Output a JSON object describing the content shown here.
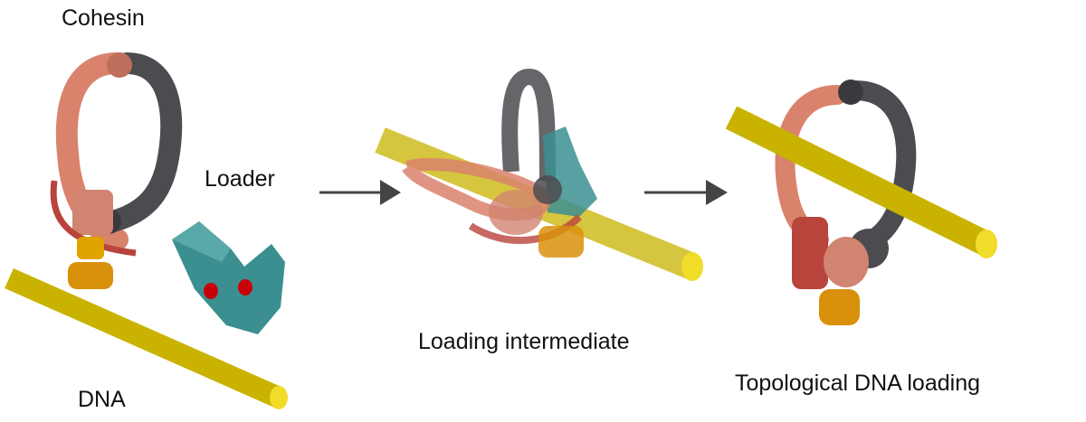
{
  "labels": {
    "cohesin": "Cohesin",
    "loader": "Loader",
    "dna": "DNA",
    "intermediate": "Loading intermediate",
    "topological": "Topological DNA loading"
  },
  "colors": {
    "dna": "#c9b300",
    "dna_end": "#f1dc2a",
    "cohesin_salmon": "#d9826c",
    "cohesin_dark": "#4b4b50",
    "loader_teal": "#3b8f90",
    "kleisin_red": "#b8443c",
    "orange": "#d9900a",
    "arrow": "#444444",
    "site_red": "#c8000a"
  }
}
